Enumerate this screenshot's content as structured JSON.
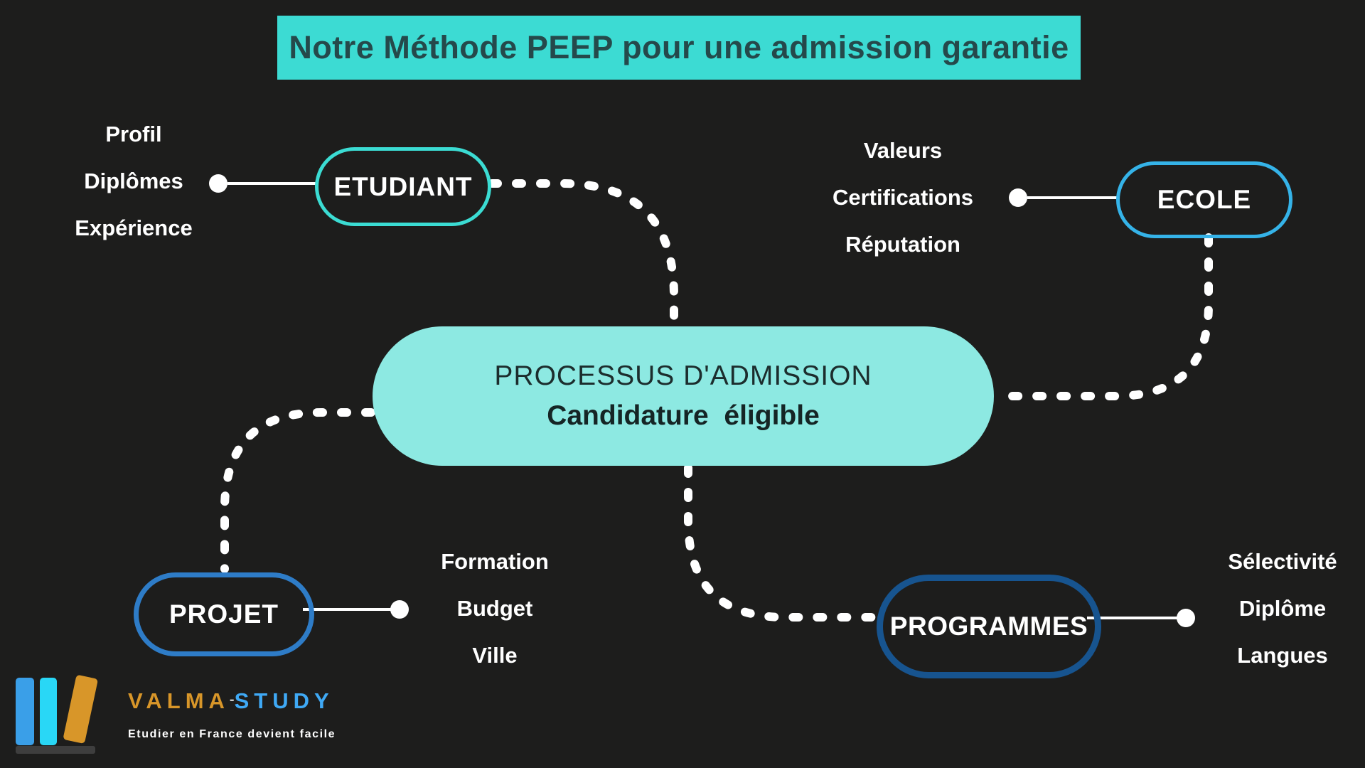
{
  "title_banner": {
    "text": "Notre Méthode PEEP pour une admission garantie",
    "bg_color": "#3cdbd3",
    "text_color": "#25494b"
  },
  "center_node": {
    "line1": "PROCESSUS D'ADMISSION",
    "line2": "Candidature  éligible",
    "bg_color": "#8de9e2",
    "text_color": "#1c2d2d"
  },
  "nodes": [
    {
      "id": "etudiant",
      "label": "ETUDIANT",
      "border_color": "#3bdcd3",
      "items": [
        "Profil",
        "Diplômes",
        "Expérience"
      ]
    },
    {
      "id": "ecole",
      "label": "ECOLE",
      "border_color": "#35b3e8",
      "items": [
        "Valeurs",
        "Certifications",
        "Réputation"
      ]
    },
    {
      "id": "projet",
      "label": "PROJET",
      "border_color": "#2e7cc7",
      "items": [
        "Formation",
        "Budget",
        "Ville"
      ]
    },
    {
      "id": "programmes",
      "label": "PROGRAMMES",
      "border_color": "#17548f",
      "items": [
        "Sélectivité",
        "Diplôme",
        "Langues"
      ]
    }
  ],
  "connectors": {
    "style": "white dotted curves between nodes and center, solid white lines with round dots to label groups",
    "color": "#ffffff"
  },
  "logo": {
    "part1": "VALMA",
    "separator": "-",
    "part2": "STUDY",
    "tagline": "Etudier en France devient facile",
    "part1_color": "#d89629",
    "part2_color": "#3fa9f5",
    "book_colors": [
      "#3a9fe8",
      "#29d7f6",
      "#d89629"
    ]
  },
  "background_color": "#1d1d1c"
}
